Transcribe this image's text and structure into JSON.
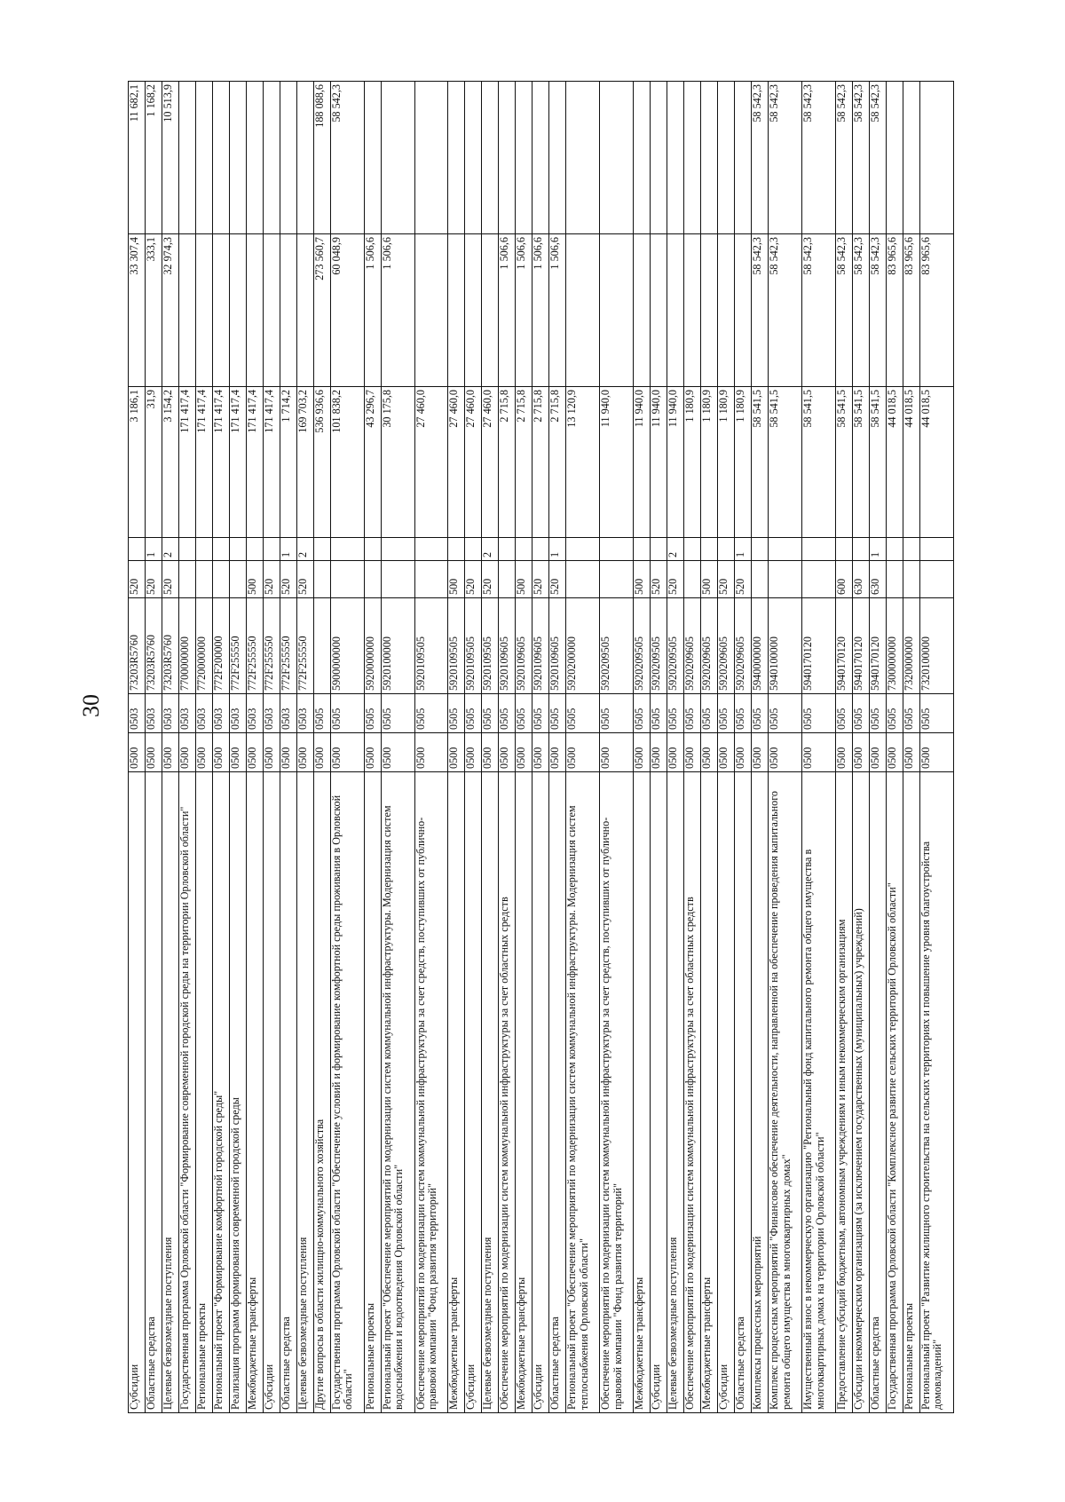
{
  "page_number": "30",
  "rows": [
    [
      "Субсидии",
      "0500",
      "0503",
      "73203R5760",
      "520",
      "",
      "3 186,1",
      "33 307,4",
      "11 682,1"
    ],
    [
      "Областные средства",
      "0500",
      "0503",
      "73203R5760",
      "520",
      "1",
      "31,9",
      "333,1",
      "1 168,2"
    ],
    [
      "Целевые безвозмездные поступления",
      "0500",
      "0503",
      "73203R5760",
      "520",
      "2",
      "3 154,2",
      "32 974,3",
      "10 513,9"
    ],
    [
      "Государственная программа Орловской области \"Формирование современной городской среды на территории Орловской области\"",
      "0500",
      "0503",
      "7700000000",
      "",
      "",
      "171 417,4",
      "",
      ""
    ],
    [
      "Региональные проекты",
      "0500",
      "0503",
      "7720000000",
      "",
      "",
      "171 417,4",
      "",
      ""
    ],
    [
      "Региональный проект \"Формирование комфортной городской среды\"",
      "0500",
      "0503",
      "772F200000",
      "",
      "",
      "171 417,4",
      "",
      ""
    ],
    [
      "Реализация программ формирования современной городской среды",
      "0500",
      "0503",
      "772F255550",
      "",
      "",
      "171 417,4",
      "",
      ""
    ],
    [
      "Межбюджетные трансферты",
      "0500",
      "0503",
      "772F255550",
      "500",
      "",
      "171 417,4",
      "",
      ""
    ],
    [
      "Субсидии",
      "0500",
      "0503",
      "772F255550",
      "520",
      "",
      "171 417,4",
      "",
      ""
    ],
    [
      "Областные средства",
      "0500",
      "0503",
      "772F255550",
      "520",
      "1",
      "1 714,2",
      "",
      ""
    ],
    [
      "Целевые безвозмездные поступления",
      "0500",
      "0503",
      "772F255550",
      "520",
      "2",
      "169 703,2",
      "",
      ""
    ],
    [
      "Другие вопросы в области жилищно-коммунального хозяйства",
      "0500",
      "0505",
      "",
      "",
      "",
      "536 936,6",
      "273 560,7",
      "188 088,6"
    ],
    [
      "Государственная программа Орловской области \"Обеспечение условий и формирование комфортной среды проживания в Орловской области\"",
      "0500",
      "0505",
      "5900000000",
      "",
      "",
      "101 838,2",
      "60 048,9",
      "58 542,3"
    ],
    [
      "Региональные проекты",
      "0500",
      "0505",
      "5920000000",
      "",
      "",
      "43 296,7",
      "1 506,6",
      ""
    ],
    [
      "Региональный проект \"Обеспечение мероприятий по модернизации систем коммунальной инфраструктуры. Модернизация систем водоснабжения и водоотведения Орловской области\"",
      "0500",
      "0505",
      "5920100000",
      "",
      "",
      "30 175,8",
      "1 506,6",
      ""
    ],
    [
      "Обеспечение мероприятий по модернизации систем коммунальной инфраструктуры за счет средств, поступивших от публично-правовой компании \"Фонд развития территорий\"",
      "0500",
      "0505",
      "5920109505",
      "",
      "",
      "27 460,0",
      "",
      ""
    ],
    [
      "Межбюджетные трансферты",
      "0500",
      "0505",
      "5920109505",
      "500",
      "",
      "27 460,0",
      "",
      ""
    ],
    [
      "Субсидии",
      "0500",
      "0505",
      "5920109505",
      "520",
      "",
      "27 460,0",
      "",
      ""
    ],
    [
      "Целевые безвозмездные поступления",
      "0500",
      "0505",
      "5920109505",
      "520",
      "2",
      "27 460,0",
      "",
      ""
    ],
    [
      "Обеспечение мероприятий по модернизации систем коммунальной инфраструктуры за счет областных средств",
      "0500",
      "0505",
      "5920109605",
      "",
      "",
      "2 715,8",
      "1 506,6",
      ""
    ],
    [
      "Межбюджетные трансферты",
      "0500",
      "0505",
      "5920109605",
      "500",
      "",
      "2 715,8",
      "1 506,6",
      ""
    ],
    [
      "Субсидии",
      "0500",
      "0505",
      "5920109605",
      "520",
      "",
      "2 715,8",
      "1 506,6",
      ""
    ],
    [
      "Областные средства",
      "0500",
      "0505",
      "5920109605",
      "520",
      "1",
      "2 715,8",
      "1 506,6",
      ""
    ],
    [
      "Региональный проект \"Обеспечение мероприятий по модернизации систем коммунальной инфраструктуры. Модернизация систем теплоснабжения Орловской области\"",
      "0500",
      "0505",
      "5920200000",
      "",
      "",
      "13 120,9",
      "",
      ""
    ],
    [
      "Обеспечение мероприятий по модернизации систем коммунальной инфраструктуры за счет средств, поступивших от публично-правовой компании \"Фонд развития территорий\"",
      "0500",
      "0505",
      "5920209505",
      "",
      "",
      "11 940,0",
      "",
      ""
    ],
    [
      "Межбюджетные трансферты",
      "0500",
      "0505",
      "5920209505",
      "500",
      "",
      "11 940,0",
      "",
      ""
    ],
    [
      "Субсидии",
      "0500",
      "0505",
      "5920209505",
      "520",
      "",
      "11 940,0",
      "",
      ""
    ],
    [
      "Целевые безвозмездные поступления",
      "0500",
      "0505",
      "5920209505",
      "520",
      "2",
      "11 940,0",
      "",
      ""
    ],
    [
      "Обеспечение мероприятий по модернизации систем коммунальной инфраструктуры за счет областных средств",
      "0500",
      "0505",
      "5920209605",
      "",
      "",
      "1 180,9",
      "",
      ""
    ],
    [
      "Межбюджетные трансферты",
      "0500",
      "0505",
      "5920209605",
      "500",
      "",
      "1 180,9",
      "",
      ""
    ],
    [
      "Субсидии",
      "0500",
      "0505",
      "5920209605",
      "520",
      "",
      "1 180,9",
      "",
      ""
    ],
    [
      "Областные средства",
      "0500",
      "0505",
      "5920209605",
      "520",
      "1",
      "1 180,9",
      "",
      ""
    ],
    [
      "Комплексы процессных мероприятий",
      "0500",
      "0505",
      "5940000000",
      "",
      "",
      "58 541,5",
      "58 542,3",
      "58 542,3"
    ],
    [
      "Комплекс процессных мероприятий \"Финансовое обеспечение деятельности, направленной на обеспечение проведения капитального ремонта общего имущества в многоквартирных домах\"",
      "0500",
      "0505",
      "5940100000",
      "",
      "",
      "58 541,5",
      "58 542,3",
      "58 542,3"
    ],
    [
      "Имущественный взнос в некоммерческую организацию \"Региональный фонд капитального ремонта общего имущества в многоквартирных домах на территории Орловской области\"",
      "0500",
      "0505",
      "5940170120",
      "",
      "",
      "58 541,5",
      "58 542,3",
      "58 542,3"
    ],
    [
      "Предоставление субсидий бюджетным, автономным учреждениям и иным некоммерческим организациям",
      "0500",
      "0505",
      "5940170120",
      "600",
      "",
      "58 541,5",
      "58 542,3",
      "58 542,3"
    ],
    [
      "Субсидии некоммерческим организациям (за исключением государственных (муниципальных) учреждений)",
      "0500",
      "0505",
      "5940170120",
      "630",
      "",
      "58 541,5",
      "58 542,3",
      "58 542,3"
    ],
    [
      "Областные средства",
      "0500",
      "0505",
      "5940170120",
      "630",
      "1",
      "58 541,5",
      "58 542,3",
      "58 542,3"
    ],
    [
      "Государственная программа Орловской области \"Комплексное развитие сельских территорий Орловской области\"",
      "0500",
      "0505",
      "7300000000",
      "",
      "",
      "44 018,5",
      "83 965,6",
      ""
    ],
    [
      "Региональные проекты",
      "0500",
      "0505",
      "7320000000",
      "",
      "",
      "44 018,5",
      "83 965,6",
      ""
    ],
    [
      "Региональный проект \"Развитие жилищного строительства на сельских территориях и повышение уровня благоустройства домовладений\"",
      "0500",
      "0505",
      "7320100000",
      "",
      "",
      "44 018,5",
      "83 965,6",
      ""
    ]
  ]
}
